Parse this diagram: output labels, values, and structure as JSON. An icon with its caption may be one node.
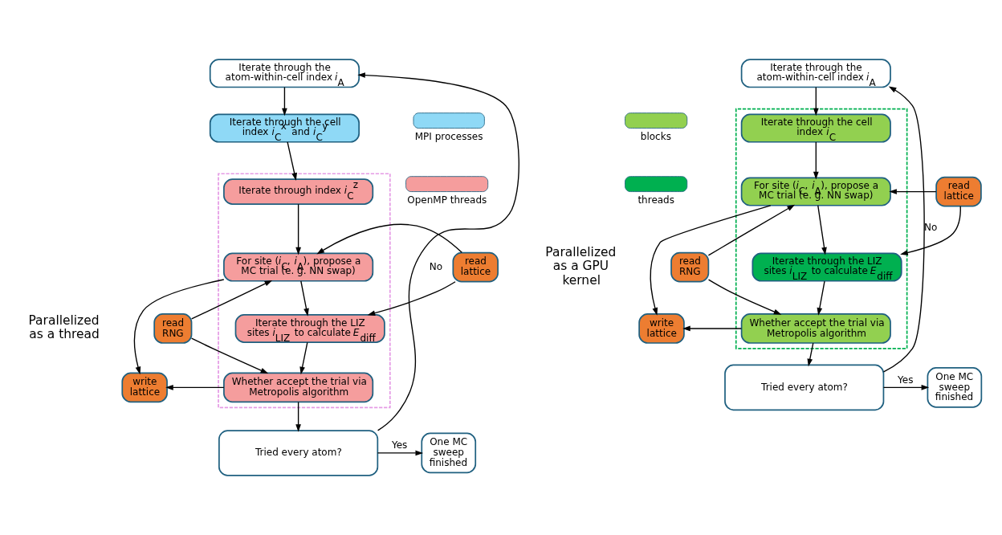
{
  "diagram": {
    "nodes": [
      {
        "text": [
          "Iterate through the atom-within-cell index *i*$_{A}$"
        ]
      },
      {
        "text": [],
        "shape": "box"
      },
      {
        "text": [
          "Iterate through the cell index *i*$_{C}$"
        ],
        "in": 1
      },
      {
        "text": [
          "For site (*i*$_{C}$, *i*$_{A}$), propose a MC trial (e. g. NN swap)"
        ],
        "in": 1
      },
      {
        "text": [
          "Iterate through the LIZ sites *i*$_{LIZ}$ to calculate *E*$_{diff}$"
        ],
        "in": 1
      },
      {
        "text": [
          "Whether accept the trial via Metropolis algorithm"
        ],
        "in": 1
      },
      {
        "text": [
          "Tried every atom?"
        ]
      },
      {
        "text": [
          "One MC sweep finished"
        ]
      },
      {
        "text": [
          "read lattice"
        ]
      },
      {
        "text": [
          "read RNG"
        ]
      },
      {
        "text": [
          "write lattice"
        ]
      },
      {
        "text": [
          "Iterate through the atom-within-cell index *i*$_{A}$"
        ]
      },
      {
        "text": [
          "Iterate through the cell index *i*$_{C}$$^{x}$ and *i*$_{C}$$^{y}$"
        ]
      },
      {
        "text": [],
        "shape": "box"
      },
      {
        "text": [
          "Iterate through index *i*$_{C}$$^{z}$"
        ],
        "in": 13
      },
      {
        "text": [
          "For site (*i*$_{C}$, *i*$_{A}$), propose a MC trial (e. g. NN swap)"
        ],
        "in": 13
      },
      {
        "text": [
          "Iterate through the LIZ sites *i*$_{LIZ}$ to calculate *E*$_{diff}$"
        ],
        "in": 13
      },
      {
        "text": [
          "Whether accept the trial via Metropolis algorithm"
        ],
        "in": 13
      },
      {
        "text": [
          "Tried every atom?"
        ]
      },
      {
        "text": [
          "One MC sweep finished"
        ]
      },
      {
        "text": [
          "read lattice"
        ]
      },
      {
        "text": [
          "read RNG"
        ]
      },
      {
        "text": [
          "write lattice"
        ]
      }
    ],
    "edges": [
      {
        "from": 0,
        "to": 2,
        "arrow": "to"
      },
      {
        "from": 2,
        "to": 3,
        "arrow": "to"
      },
      {
        "from": 3,
        "to": 4,
        "arrow": "to"
      },
      {
        "from": 4,
        "to": 5,
        "arrow": "to"
      },
      {
        "from": 5,
        "to": 6,
        "arrow": "to"
      },
      {
        "from": 6,
        "to": 7,
        "arrow": "to",
        "label": "Yes"
      },
      {
        "from": 6,
        "to": 0,
        "arrow": "to",
        "label": "No"
      },
      {
        "from": 8,
        "to": 3,
        "arrow": "to"
      },
      {
        "from": 8,
        "to": 4,
        "arrow": "to"
      },
      {
        "from": 9,
        "to": 3,
        "arrow": "to"
      },
      {
        "from": 9,
        "to": 5,
        "arrow": "to"
      },
      {
        "from": 3,
        "to": 10,
        "arrow": "to"
      },
      {
        "from": 5,
        "to": 10,
        "arrow": "to"
      },
      {
        "from": 11,
        "to": 12,
        "arrow": "to"
      },
      {
        "from": 12,
        "to": 14,
        "arrow": "to"
      },
      {
        "from": 14,
        "to": 15,
        "arrow": "to"
      },
      {
        "from": 15,
        "to": 16,
        "arrow": "to"
      },
      {
        "from": 16,
        "to": 17,
        "arrow": "to"
      },
      {
        "from": 17,
        "to": 18,
        "arrow": "to"
      },
      {
        "from": 18,
        "to": 19,
        "arrow": "to",
        "label": "Yes"
      },
      {
        "from": 18,
        "to": 11,
        "arrow": "to",
        "label": "No"
      },
      {
        "from": 20,
        "to": 15,
        "arrow": "to"
      },
      {
        "from": 20,
        "to": 16,
        "arrow": "to"
      },
      {
        "from": 21,
        "to": 15,
        "arrow": "to"
      },
      {
        "from": 21,
        "to": 17,
        "arrow": "to"
      },
      {
        "from": 15,
        "to": 22,
        "arrow": "to"
      },
      {
        "from": 17,
        "to": 22,
        "arrow": "to"
      }
    ],
    "labels": [
      "Parallelized as a GPU kernel",
      "Parallelized as a thread"
    ],
    "legend": [
      {
        "text": "blocks",
        "color": "#92d050"
      },
      {
        "text": "threads",
        "color": "#00b050"
      },
      {
        "text": "MPI processes",
        "color": "#8fd9f6"
      },
      {
        "text": "OpenMP threads",
        "color": "#f59d9d"
      }
    ]
  }
}
